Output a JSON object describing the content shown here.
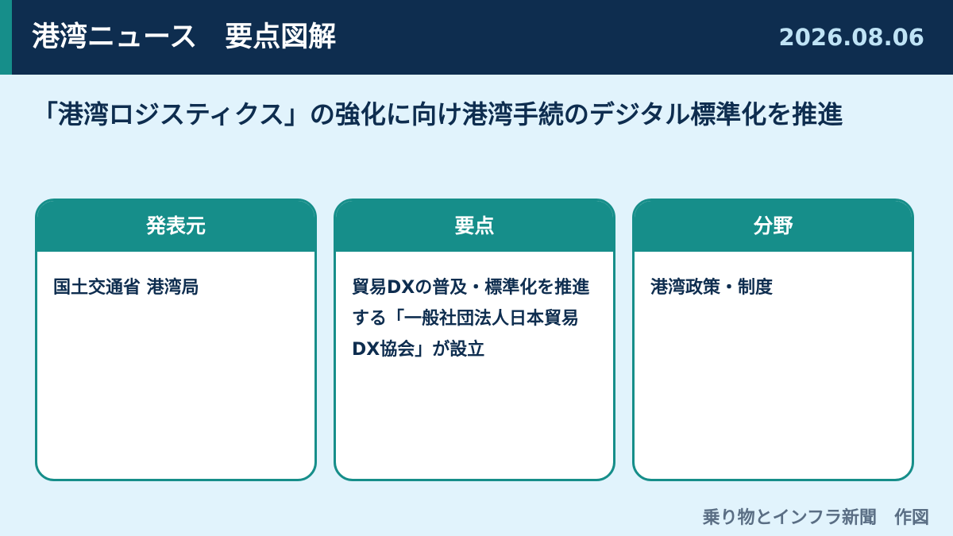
{
  "header": {
    "title": "港湾ニュース　要点図解",
    "date": "2026.08.06"
  },
  "headline": "「港湾ロジスティクス」の強化に向け港湾手続のデジタル標準化を推進",
  "cards": [
    {
      "heading": "発表元",
      "body": "国土交通省 港湾局"
    },
    {
      "heading": "要点",
      "body": "貿易DXの普及・標準化を推進する「一般社団法人日本貿易DX協会」が設立"
    },
    {
      "heading": "分野",
      "body": "港湾政策・制度"
    }
  ],
  "footer": "乗り物とインフラ新聞　作図",
  "colors": {
    "header_bg": "#0e2d4f",
    "accent": "#168e8a",
    "page_bg": "#e1f3fc"
  }
}
